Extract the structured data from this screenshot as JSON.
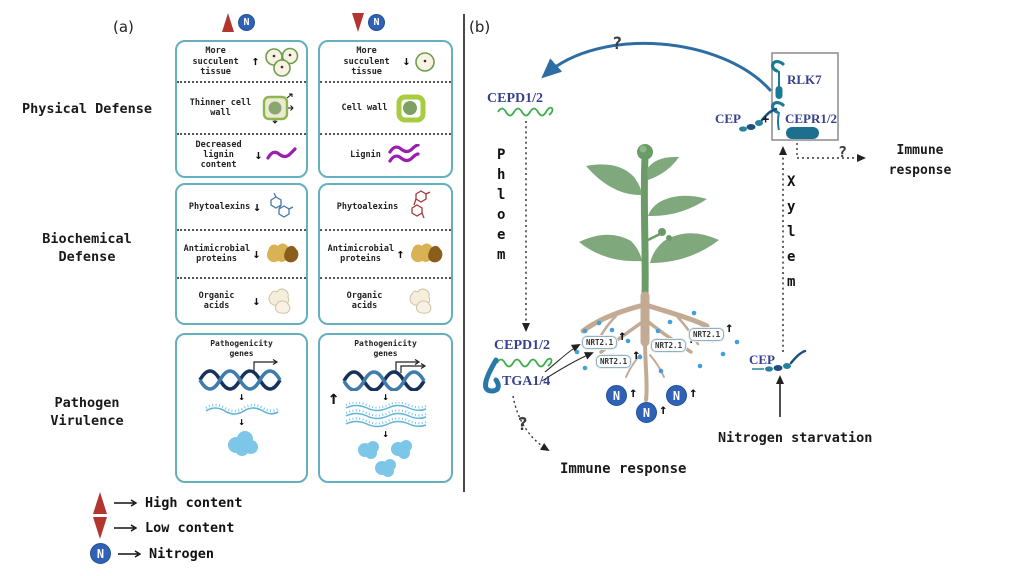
{
  "figure": {
    "panel_a_label": "(a)",
    "panel_b_label": "(b)"
  },
  "panel_a": {
    "section_labels": [
      "Physical Defense",
      "Biochemical Defense",
      "Pathogen Virulence"
    ],
    "col_headers": [
      {
        "triangle": "up",
        "badge": "N"
      },
      {
        "triangle": "down",
        "badge": "N"
      }
    ],
    "physical": {
      "high": [
        {
          "text": "More succulent tissue",
          "arrow": "↑",
          "icon": "plant-cells-3"
        },
        {
          "text": "Thinner cell wall",
          "arrow": "",
          "icon": "thin-cell-wall"
        },
        {
          "text": "Decreased lignin content",
          "arrow": "↓",
          "icon": "lignin-single"
        }
      ],
      "low": [
        {
          "text": "More succulent tissue",
          "arrow": "↓",
          "icon": "plant-cell-1"
        },
        {
          "text": "Cell wall",
          "arrow": "",
          "icon": "thick-cell-wall"
        },
        {
          "text": "Lignin",
          "arrow": "",
          "icon": "lignin-double"
        }
      ]
    },
    "biochemical": {
      "high": [
        {
          "text": "Phytoalexins",
          "arrow": "↓",
          "icon": "molecule-blue"
        },
        {
          "text": "Antimicrobial proteins",
          "arrow": "↓",
          "icon": "protein-blobs"
        },
        {
          "text": "Organic acids",
          "arrow": "↓",
          "icon": "acid-blobs"
        }
      ],
      "low": [
        {
          "text": "Phytoalexins",
          "arrow": "",
          "icon": "molecule-red"
        },
        {
          "text": "Antimicrobial proteins",
          "arrow": "↑",
          "icon": "protein-blobs"
        },
        {
          "text": "Organic acids",
          "arrow": "",
          "icon": "acid-blobs"
        }
      ]
    },
    "pathogen": {
      "flow_arrow": "↓",
      "high": {
        "title": "Pathogenicity genes",
        "arrow": "",
        "mrna_count": 1,
        "protein_count": 1
      },
      "low": {
        "title": "Pathogenicity genes",
        "arrow": "↑",
        "mrna_count": 3,
        "protein_count": 3
      }
    },
    "legend": [
      {
        "icon": "triangle-up-red",
        "text": "High content"
      },
      {
        "icon": "triangle-down-red",
        "text": "Low content"
      },
      {
        "icon": "nitrogen-badge",
        "badge": "N",
        "text": "Nitrogen"
      }
    ]
  },
  "panel_b": {
    "phloem_letters": [
      "P",
      "h",
      "l",
      "o",
      "e",
      "m"
    ],
    "xylem_letters": [
      "X",
      "y",
      "l",
      "e",
      "m"
    ],
    "cepd12_top": "CEPD1/2",
    "cepd12_bottom": "CEPD1/2",
    "tga14": "TGA1/4",
    "rlk7": "RLK7",
    "cepr12": "CEPR1/2",
    "cep_top": "CEP",
    "cep_bottom": "CEP",
    "plus": "+",
    "nrt_badges": [
      {
        "label": "NRT2.1",
        "arrow": "↑"
      },
      {
        "label": "NRT2.1",
        "arrow": "↑"
      },
      {
        "label": "NRT2.1",
        "arrow": "↑"
      },
      {
        "label": "NRT2.1",
        "arrow": "↑"
      }
    ],
    "nitrogen_badges": [
      {
        "label": "N",
        "arrow": "↑"
      },
      {
        "label": "N",
        "arrow": "↑"
      },
      {
        "label": "N",
        "arrow": "↑"
      }
    ],
    "question_marks": {
      "top": "?",
      "xylem": "?",
      "phloem": "?"
    },
    "immune_response_top": "Immune response",
    "immune_response_bottom": "Immune response",
    "nitrogen_starvation": "Nitrogen starvation"
  },
  "colors": {
    "box_border": "#64afc0",
    "triangle_red": "#b23530",
    "nitrogen_blue": "#2f62b5",
    "gene_label_navy": "#37418e",
    "squiggle_green": "#3fae4e",
    "plant_green": "#7fa87c",
    "root_tan": "#c3ab93",
    "arrow_blue": "#2e6da4",
    "receptor_teal": "#1b7a96",
    "lignin_magenta": "#9b1fae",
    "mrna_blue": "#7cc7e8"
  }
}
